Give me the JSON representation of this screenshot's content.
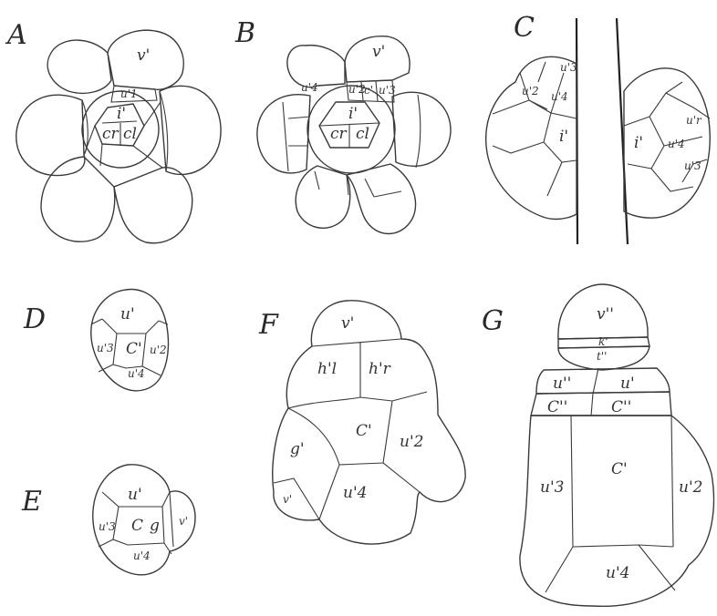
{
  "panels": {
    "A": {
      "label": "A",
      "cells": {
        "v1": "v'",
        "u1": "u'1",
        "i": "i'",
        "cr": "cr",
        "cl": "cl"
      }
    },
    "B": {
      "label": "B",
      "cells": {
        "v1": "v'",
        "u2": "u'2",
        "c1": "c'",
        "u3": "u'3",
        "u4": "u'4",
        "i": "i'",
        "cr": "cr",
        "cl": "cl"
      }
    },
    "C": {
      "label": "C",
      "cells": {
        "u2": "u'2",
        "u3": "u'3",
        "u4": "u'4",
        "i_left": "i'",
        "i_right": "i'",
        "ur": "u'r",
        "u4r": "u'4",
        "u3r": "u'3"
      }
    },
    "D": {
      "label": "D",
      "cells": {
        "u1": "u'",
        "u3": "u'3",
        "c1": "C'",
        "u2": "u'2",
        "u4": "u'4"
      }
    },
    "E": {
      "label": "E",
      "cells": {
        "u1": "u'",
        "u3": "u'3",
        "c": "C",
        "g": "g",
        "v": "v'",
        "u4": "u'4"
      }
    },
    "F": {
      "label": "F",
      "cells": {
        "v1": "v'",
        "hl": "h'l",
        "hr": "h'r",
        "g1": "g'",
        "c1": "C'",
        "u2": "u'2",
        "v2": "v'",
        "u4": "u'4"
      }
    },
    "G": {
      "label": "G",
      "cells": {
        "v2": "v''",
        "k1": "k'",
        "t2": "t''",
        "u2a": "u''",
        "u1": "u'",
        "c2a": "C''",
        "c2b": "C''",
        "u3": "u'3",
        "c1": "C'",
        "u2": "u'2",
        "u4": "u'4"
      }
    }
  }
}
